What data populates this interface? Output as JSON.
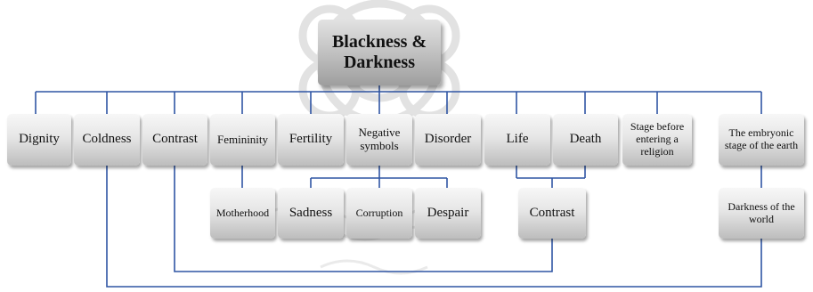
{
  "diagram": {
    "root": "Blackness & Darkness",
    "level1": [
      "Dignity",
      "Coldness",
      "Contrast",
      "Femininity",
      "Fertility",
      "Negative symbols",
      "Disorder",
      "Life",
      "Death",
      "Stage before entering a religion",
      "The embryonic stage of the earth"
    ],
    "level2": {
      "motherhood": "Motherhood",
      "sadness": "Sadness",
      "corruption": "Corruption",
      "despair": "Despair",
      "contrast": "Contrast",
      "darkness_world": "Darkness of the world"
    },
    "connector_color": "#2f55a4",
    "watermark_color": "#d9d9d9"
  }
}
